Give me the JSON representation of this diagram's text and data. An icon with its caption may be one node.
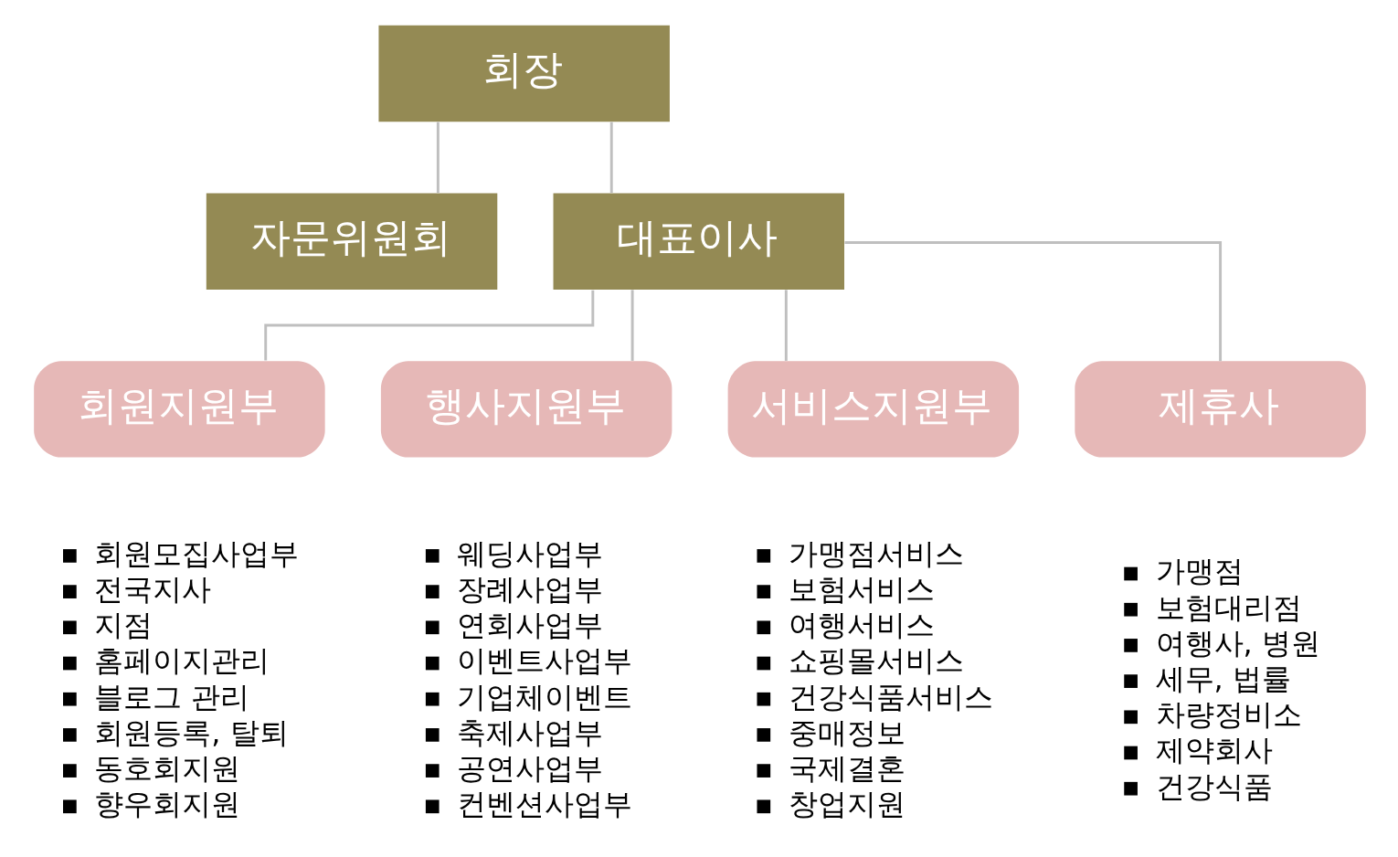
{
  "diagram": {
    "nodes": [
      {
        "text": [
          "회장"
        ]
      },
      {
        "text": [
          "자문위원회"
        ]
      },
      {
        "text": [
          "대표이사"
        ]
      },
      {
        "text": [
          "회원지원부"
        ],
        "beside": [
          "회원모집사업부",
          "전국지사",
          "지점",
          "홈페이지관리",
          "블로그 관리",
          "회원등록, 탈퇴",
          "동호회지원",
          "향우회지원"
        ]
      },
      {
        "text": [
          "행사지원부"
        ],
        "beside": [
          "웨딩사업부",
          "장례사업부",
          "연회사업부",
          "이벤트사업부",
          "기업체이벤트",
          "축제사업부",
          "공연사업부",
          "컨벤션사업부"
        ]
      },
      {
        "text": [
          "서비스지원부"
        ],
        "beside": [
          "가맹점서비스",
          "보험서비스",
          "여행서비스",
          "쇼핑몰서비스",
          "건강식품서비스",
          "중매정보",
          "국제결혼",
          "창업지원"
        ]
      },
      {
        "text": [
          "제휴사"
        ],
        "beside": [
          "가맹점",
          "보험대리점",
          "여행사, 병원",
          "세무, 법률",
          "차량정비소",
          "제약회사",
          "건강식품"
        ]
      }
    ],
    "edges": [
      {
        "from": 0,
        "to": 1,
        "arrow": "none"
      },
      {
        "from": 0,
        "to": 2,
        "arrow": "none"
      },
      {
        "from": 2,
        "to": 3,
        "arrow": "none"
      },
      {
        "from": 2,
        "to": 4,
        "arrow": "none"
      },
      {
        "from": 2,
        "to": 5,
        "arrow": "none"
      },
      {
        "from": 2,
        "to": 6,
        "arrow": "none"
      }
    ]
  }
}
